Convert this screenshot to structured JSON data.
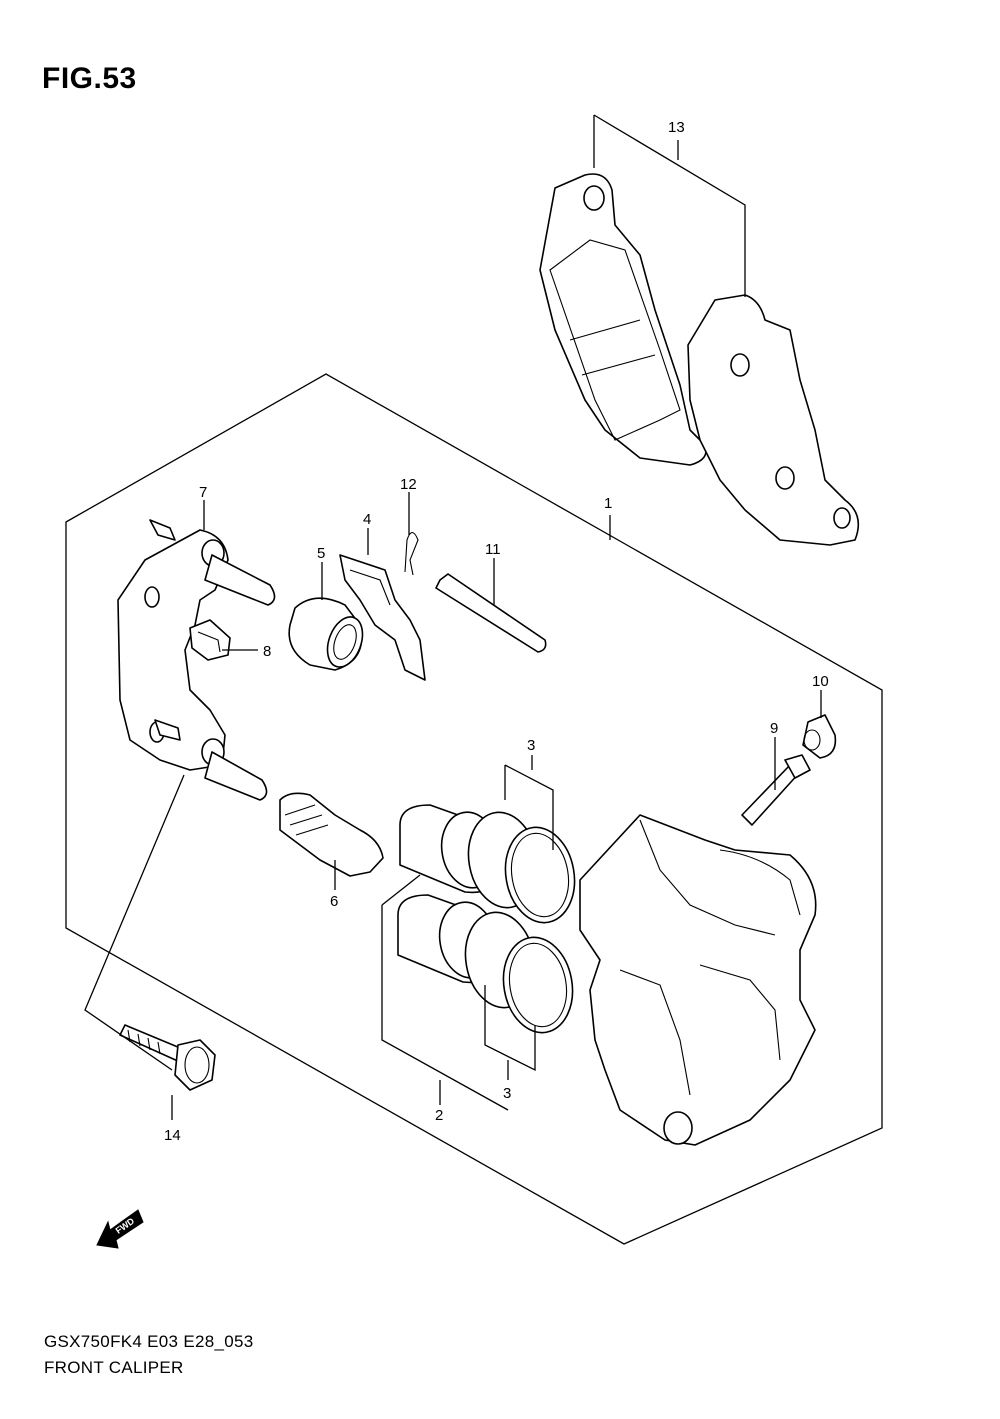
{
  "figure": {
    "title": "FIG.53"
  },
  "caption": {
    "model_code": "GSX750FK4 E03 E28_053",
    "name": "FRONT CALIPER"
  },
  "fwd_label": "FWD",
  "callouts": [
    {
      "id": "1",
      "label": "1"
    },
    {
      "id": "2",
      "label": "2"
    },
    {
      "id": "3a",
      "label": "3"
    },
    {
      "id": "3b",
      "label": "3"
    },
    {
      "id": "4",
      "label": "4"
    },
    {
      "id": "5",
      "label": "5"
    },
    {
      "id": "6",
      "label": "6"
    },
    {
      "id": "7",
      "label": "7"
    },
    {
      "id": "8",
      "label": "8"
    },
    {
      "id": "9",
      "label": "9"
    },
    {
      "id": "10",
      "label": "10"
    },
    {
      "id": "11",
      "label": "11"
    },
    {
      "id": "12",
      "label": "12"
    },
    {
      "id": "13",
      "label": "13"
    },
    {
      "id": "14",
      "label": "14"
    }
  ]
}
